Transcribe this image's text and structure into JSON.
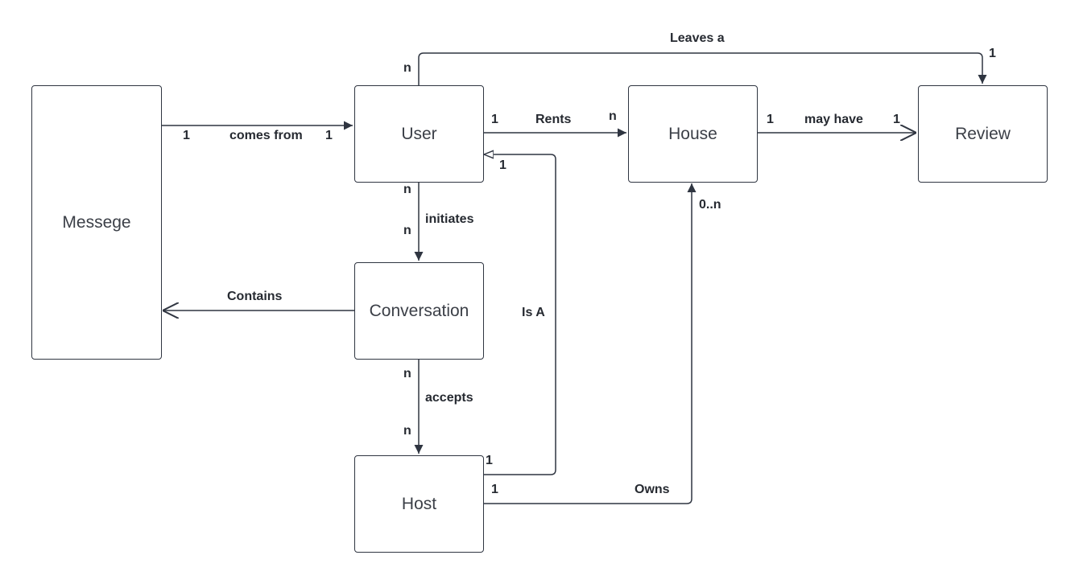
{
  "entities": {
    "message": "Messege",
    "user": "User",
    "house": "House",
    "review": "Review",
    "conversation": "Conversation",
    "host": "Host"
  },
  "relationships": {
    "leaves": "Leaves a",
    "comes_from": "comes from",
    "rents": "Rents",
    "may_have": "may have",
    "initiates": "initiates",
    "contains": "Contains",
    "is_a": "Is A",
    "accepts": "accepts",
    "owns": "Owns"
  },
  "cardinalities": {
    "leaves_user": "n",
    "leaves_review": "1",
    "comes_from_message": "1",
    "comes_from_user": "1",
    "rents_user": "1",
    "rents_house": "n",
    "may_have_house": "1",
    "may_have_review": "1",
    "initiates_user": "n",
    "initiates_conversation": "n",
    "is_a_user": "1",
    "is_a_host": "1",
    "accepts_conversation": "n",
    "accepts_host": "n",
    "owns_host": "1",
    "owns_house": "0..n"
  },
  "colors": {
    "line": "#2f3541",
    "text": "#262a31",
    "entity_text": "#3b3f47"
  }
}
